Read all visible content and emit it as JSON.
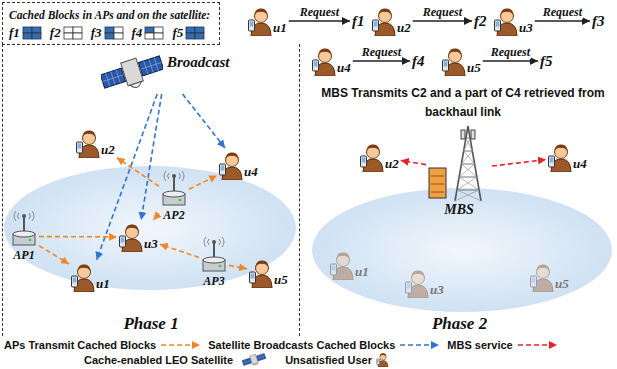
{
  "diagram": {
    "nodes": [
      {
        "text": [
          "Cached Blocks in APs and on the satellite:",
          "f1",
          "f2",
          "f3",
          "f4",
          "f5"
        ]
      },
      {
        "text": [
          "u1"
        ]
      },
      {
        "text": [
          "f1"
        ]
      },
      {
        "text": [
          "u2"
        ]
      },
      {
        "text": [
          "f2"
        ]
      },
      {
        "text": [
          "u3"
        ]
      },
      {
        "text": [
          "f3"
        ]
      },
      {
        "text": [
          "u4"
        ]
      },
      {
        "text": [
          "f4"
        ]
      },
      {
        "text": [
          "u5"
        ]
      },
      {
        "text": [
          "f5"
        ]
      },
      {
        "text": [
          "Phase 1"
        ]
      },
      {
        "text": [
          "Broadcast"
        ],
        "in": 11
      },
      {
        "text": [
          "AP1"
        ],
        "in": 11
      },
      {
        "text": [
          "AP2"
        ],
        "in": 11
      },
      {
        "text": [
          "AP3"
        ],
        "in": 11
      },
      {
        "text": [
          "u1"
        ],
        "in": 11
      },
      {
        "text": [
          "u2"
        ],
        "in": 11
      },
      {
        "text": [
          "u3"
        ],
        "in": 11
      },
      {
        "text": [
          "u4"
        ],
        "in": 11
      },
      {
        "text": [
          "u5"
        ],
        "in": 11
      },
      {
        "text": [
          "Phase 2"
        ]
      },
      {
        "text": [
          "MBS"
        ],
        "in": 21
      },
      {
        "text": [
          "u1"
        ],
        "in": 21
      },
      {
        "text": [
          "u2"
        ],
        "in": 21
      },
      {
        "text": [
          "u3"
        ],
        "in": 21
      },
      {
        "text": [
          "u4"
        ],
        "in": 21
      },
      {
        "text": [
          "u5"
        ],
        "in": 21
      }
    ],
    "edges": [
      {
        "from": 1,
        "to": 2,
        "label": "Request",
        "arrow": "to"
      },
      {
        "from": 3,
        "to": 4,
        "label": "Request",
        "arrow": "to"
      },
      {
        "from": 5,
        "to": 6,
        "label": "Request",
        "arrow": "to"
      },
      {
        "from": 7,
        "to": 8,
        "label": "Request",
        "arrow": "to"
      },
      {
        "from": 9,
        "to": 10,
        "label": "Request",
        "arrow": "to"
      },
      {
        "from": 12,
        "to": 16,
        "arrow": "to"
      },
      {
        "from": 12,
        "to": 18,
        "arrow": "to"
      },
      {
        "from": 12,
        "to": 19,
        "arrow": "to"
      },
      {
        "from": 13,
        "to": 16,
        "arrow": "to"
      },
      {
        "from": 13,
        "to": 18,
        "arrow": "to"
      },
      {
        "from": 14,
        "to": 17,
        "arrow": "to"
      },
      {
        "from": 14,
        "to": 18,
        "arrow": "to"
      },
      {
        "from": 14,
        "to": 19,
        "arrow": "to"
      },
      {
        "from": 15,
        "to": 18,
        "arrow": "to"
      },
      {
        "from": 15,
        "to": 20,
        "arrow": "to"
      },
      {
        "from": 22,
        "to": 24,
        "arrow": "to"
      },
      {
        "from": 22,
        "to": 26,
        "arrow": "to"
      }
    ],
    "labels": [
      "MBS Transmits C2 and a part of C4 retrieved from backhaul link"
    ],
    "legend": [
      {
        "text": "APs Transmit Cached Blocks"
      },
      {
        "text": "Satellite Broadcasts Cached Blocks"
      },
      {
        "text": "MBS service"
      },
      {
        "text": "Cache-enabled LEO Satellite"
      },
      {
        "text": "Unsatisfied User"
      }
    ]
  }
}
